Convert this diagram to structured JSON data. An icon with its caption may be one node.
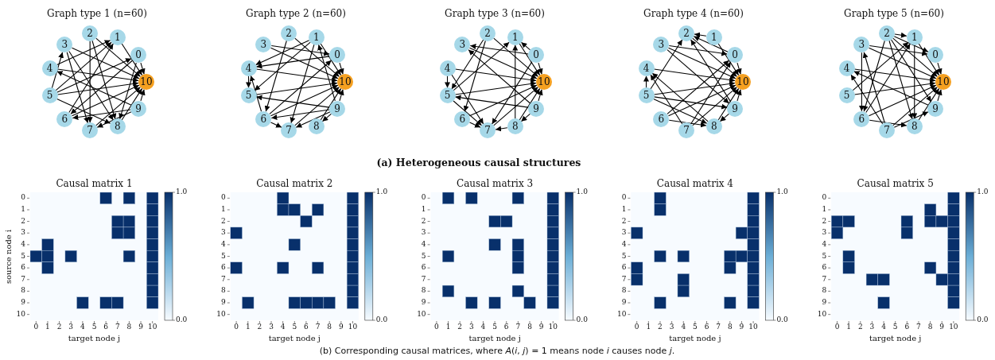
{
  "diagram": {
    "nodes": [
      {
        "text": [
          "0"
        ]
      },
      {
        "text": [
          "1"
        ]
      },
      {
        "text": [
          "2"
        ]
      },
      {
        "text": [
          "3"
        ]
      },
      {
        "text": [
          "4"
        ]
      },
      {
        "text": [
          "5"
        ]
      },
      {
        "text": [
          "6"
        ]
      },
      {
        "text": [
          "7"
        ]
      },
      {
        "text": [
          "8"
        ]
      },
      {
        "text": [
          "9"
        ]
      },
      {
        "text": [
          "10"
        ]
      },
      {
        "text": [
          "0"
        ]
      },
      {
        "text": [
          "1"
        ]
      },
      {
        "text": [
          "2"
        ]
      },
      {
        "text": [
          "3"
        ]
      },
      {
        "text": [
          "4"
        ]
      },
      {
        "text": [
          "5"
        ]
      },
      {
        "text": [
          "6"
        ]
      },
      {
        "text": [
          "7"
        ]
      },
      {
        "text": [
          "8"
        ]
      },
      {
        "text": [
          "9"
        ]
      },
      {
        "text": [
          "10"
        ]
      },
      {
        "text": [
          "0"
        ]
      },
      {
        "text": [
          "1"
        ]
      },
      {
        "text": [
          "2"
        ]
      },
      {
        "text": [
          "3"
        ]
      },
      {
        "text": [
          "4"
        ]
      },
      {
        "text": [
          "5"
        ]
      },
      {
        "text": [
          "6"
        ]
      },
      {
        "text": [
          "7"
        ]
      },
      {
        "text": [
          "8"
        ]
      },
      {
        "text": [
          "9"
        ]
      },
      {
        "text": [
          "10"
        ]
      },
      {
        "text": [
          "0"
        ]
      },
      {
        "text": [
          "1"
        ]
      },
      {
        "text": [
          "2"
        ]
      },
      {
        "text": [
          "3"
        ]
      },
      {
        "text": [
          "4"
        ]
      },
      {
        "text": [
          "5"
        ]
      },
      {
        "text": [
          "6"
        ]
      },
      {
        "text": [
          "7"
        ]
      },
      {
        "text": [
          "8"
        ]
      },
      {
        "text": [
          "9"
        ]
      },
      {
        "text": [
          "10"
        ]
      },
      {
        "text": [
          "0"
        ]
      },
      {
        "text": [
          "1"
        ]
      },
      {
        "text": [
          "2"
        ]
      },
      {
        "text": [
          "3"
        ]
      },
      {
        "text": [
          "4"
        ]
      },
      {
        "text": [
          "5"
        ]
      },
      {
        "text": [
          "6"
        ]
      },
      {
        "text": [
          "7"
        ]
      },
      {
        "text": [
          "8"
        ]
      },
      {
        "text": [
          "9"
        ]
      },
      {
        "text": [
          "10"
        ]
      }
    ],
    "edges": [
      {
        "from": 0,
        "to": 6,
        "arrow": "to"
      },
      {
        "from": 0,
        "to": 8,
        "arrow": "to"
      },
      {
        "from": 0,
        "to": 10,
        "arrow": "to"
      },
      {
        "from": 1,
        "to": 10,
        "arrow": "to"
      },
      {
        "from": 2,
        "to": 7,
        "arrow": "to"
      },
      {
        "from": 2,
        "to": 8,
        "arrow": "to"
      },
      {
        "from": 2,
        "to": 10,
        "arrow": "to"
      },
      {
        "from": 3,
        "to": 7,
        "arrow": "to"
      },
      {
        "from": 3,
        "to": 8,
        "arrow": "to"
      },
      {
        "from": 3,
        "to": 10,
        "arrow": "to"
      },
      {
        "from": 4,
        "to": 1,
        "arrow": "to"
      },
      {
        "from": 4,
        "to": 10,
        "arrow": "to"
      },
      {
        "from": 5,
        "to": 0,
        "arrow": "to"
      },
      {
        "from": 5,
        "to": 1,
        "arrow": "to"
      },
      {
        "from": 5,
        "to": 3,
        "arrow": "to"
      },
      {
        "from": 5,
        "to": 8,
        "arrow": "to"
      },
      {
        "from": 5,
        "to": 10,
        "arrow": "to"
      },
      {
        "from": 6,
        "to": 1,
        "arrow": "to"
      },
      {
        "from": 6,
        "to": 10,
        "arrow": "to"
      },
      {
        "from": 7,
        "to": 10,
        "arrow": "to"
      },
      {
        "from": 8,
        "to": 10,
        "arrow": "to"
      },
      {
        "from": 9,
        "to": 4,
        "arrow": "to"
      },
      {
        "from": 9,
        "to": 6,
        "arrow": "to"
      },
      {
        "from": 9,
        "to": 7,
        "arrow": "to"
      },
      {
        "from": 9,
        "to": 10,
        "arrow": "to"
      },
      {
        "from": 11,
        "to": 15,
        "arrow": "to"
      },
      {
        "from": 11,
        "to": 21,
        "arrow": "to"
      },
      {
        "from": 12,
        "to": 15,
        "arrow": "to"
      },
      {
        "from": 12,
        "to": 16,
        "arrow": "to"
      },
      {
        "from": 12,
        "to": 18,
        "arrow": "to"
      },
      {
        "from": 12,
        "to": 21,
        "arrow": "to"
      },
      {
        "from": 13,
        "to": 17,
        "arrow": "to"
      },
      {
        "from": 13,
        "to": 21,
        "arrow": "to"
      },
      {
        "from": 14,
        "to": 11,
        "arrow": "to"
      },
      {
        "from": 14,
        "to": 21,
        "arrow": "to"
      },
      {
        "from": 15,
        "to": 16,
        "arrow": "to"
      },
      {
        "from": 15,
        "to": 21,
        "arrow": "to"
      },
      {
        "from": 16,
        "to": 21,
        "arrow": "to"
      },
      {
        "from": 17,
        "to": 11,
        "arrow": "to"
      },
      {
        "from": 17,
        "to": 15,
        "arrow": "to"
      },
      {
        "from": 17,
        "to": 18,
        "arrow": "to"
      },
      {
        "from": 17,
        "to": 21,
        "arrow": "to"
      },
      {
        "from": 18,
        "to": 21,
        "arrow": "to"
      },
      {
        "from": 19,
        "to": 21,
        "arrow": "to"
      },
      {
        "from": 20,
        "to": 12,
        "arrow": "to"
      },
      {
        "from": 20,
        "to": 16,
        "arrow": "to"
      },
      {
        "from": 20,
        "to": 17,
        "arrow": "to"
      },
      {
        "from": 20,
        "to": 18,
        "arrow": "to"
      },
      {
        "from": 20,
        "to": 19,
        "arrow": "to"
      },
      {
        "from": 20,
        "to": 21,
        "arrow": "to"
      },
      {
        "from": 22,
        "to": 23,
        "arrow": "to"
      },
      {
        "from": 22,
        "to": 25,
        "arrow": "to"
      },
      {
        "from": 22,
        "to": 29,
        "arrow": "to"
      },
      {
        "from": 22,
        "to": 32,
        "arrow": "to"
      },
      {
        "from": 23,
        "to": 32,
        "arrow": "to"
      },
      {
        "from": 24,
        "to": 27,
        "arrow": "to"
      },
      {
        "from": 24,
        "to": 28,
        "arrow": "to"
      },
      {
        "from": 24,
        "to": 32,
        "arrow": "to"
      },
      {
        "from": 25,
        "to": 32,
        "arrow": "to"
      },
      {
        "from": 26,
        "to": 27,
        "arrow": "to"
      },
      {
        "from": 26,
        "to": 29,
        "arrow": "to"
      },
      {
        "from": 26,
        "to": 32,
        "arrow": "to"
      },
      {
        "from": 27,
        "to": 23,
        "arrow": "to"
      },
      {
        "from": 27,
        "to": 29,
        "arrow": "to"
      },
      {
        "from": 27,
        "to": 32,
        "arrow": "to"
      },
      {
        "from": 28,
        "to": 29,
        "arrow": "to"
      },
      {
        "from": 28,
        "to": 32,
        "arrow": "to"
      },
      {
        "from": 29,
        "to": 32,
        "arrow": "to"
      },
      {
        "from": 30,
        "to": 23,
        "arrow": "to"
      },
      {
        "from": 30,
        "to": 29,
        "arrow": "to"
      },
      {
        "from": 30,
        "to": 32,
        "arrow": "to"
      },
      {
        "from": 31,
        "to": 25,
        "arrow": "to"
      },
      {
        "from": 31,
        "to": 27,
        "arrow": "to"
      },
      {
        "from": 31,
        "to": 30,
        "arrow": "to"
      },
      {
        "from": 31,
        "to": 32,
        "arrow": "to"
      },
      {
        "from": 33,
        "to": 35,
        "arrow": "to"
      },
      {
        "from": 33,
        "to": 43,
        "arrow": "to"
      },
      {
        "from": 34,
        "to": 35,
        "arrow": "to"
      },
      {
        "from": 34,
        "to": 43,
        "arrow": "to"
      },
      {
        "from": 35,
        "to": 43,
        "arrow": "to"
      },
      {
        "from": 36,
        "to": 33,
        "arrow": "to"
      },
      {
        "from": 36,
        "to": 42,
        "arrow": "to"
      },
      {
        "from": 36,
        "to": 43,
        "arrow": "to"
      },
      {
        "from": 37,
        "to": 43,
        "arrow": "to"
      },
      {
        "from": 38,
        "to": 35,
        "arrow": "to"
      },
      {
        "from": 38,
        "to": 37,
        "arrow": "to"
      },
      {
        "from": 38,
        "to": 41,
        "arrow": "to"
      },
      {
        "from": 38,
        "to": 42,
        "arrow": "to"
      },
      {
        "from": 38,
        "to": 43,
        "arrow": "to"
      },
      {
        "from": 39,
        "to": 33,
        "arrow": "to"
      },
      {
        "from": 39,
        "to": 41,
        "arrow": "to"
      },
      {
        "from": 39,
        "to": 43,
        "arrow": "to"
      },
      {
        "from": 40,
        "to": 33,
        "arrow": "to"
      },
      {
        "from": 40,
        "to": 37,
        "arrow": "to"
      },
      {
        "from": 40,
        "to": 43,
        "arrow": "to"
      },
      {
        "from": 41,
        "to": 37,
        "arrow": "to"
      },
      {
        "from": 41,
        "to": 43,
        "arrow": "to"
      },
      {
        "from": 42,
        "to": 35,
        "arrow": "to"
      },
      {
        "from": 42,
        "to": 41,
        "arrow": "to"
      },
      {
        "from": 42,
        "to": 43,
        "arrow": "to"
      },
      {
        "from": 44,
        "to": 54,
        "arrow": "to"
      },
      {
        "from": 45,
        "to": 52,
        "arrow": "to"
      },
      {
        "from": 45,
        "to": 54,
        "arrow": "to"
      },
      {
        "from": 46,
        "to": 44,
        "arrow": "to"
      },
      {
        "from": 46,
        "to": 45,
        "arrow": "to"
      },
      {
        "from": 46,
        "to": 50,
        "arrow": "to"
      },
      {
        "from": 46,
        "to": 52,
        "arrow": "to"
      },
      {
        "from": 46,
        "to": 53,
        "arrow": "to"
      },
      {
        "from": 46,
        "to": 54,
        "arrow": "to"
      },
      {
        "from": 47,
        "to": 44,
        "arrow": "to"
      },
      {
        "from": 47,
        "to": 50,
        "arrow": "to"
      },
      {
        "from": 47,
        "to": 54,
        "arrow": "to"
      },
      {
        "from": 48,
        "to": 54,
        "arrow": "to"
      },
      {
        "from": 49,
        "to": 45,
        "arrow": "to"
      },
      {
        "from": 49,
        "to": 54,
        "arrow": "to"
      },
      {
        "from": 50,
        "to": 45,
        "arrow": "to"
      },
      {
        "from": 50,
        "to": 52,
        "arrow": "to"
      },
      {
        "from": 50,
        "to": 54,
        "arrow": "to"
      },
      {
        "from": 51,
        "to": 47,
        "arrow": "to"
      },
      {
        "from": 51,
        "to": 48,
        "arrow": "to"
      },
      {
        "from": 51,
        "to": 53,
        "arrow": "to"
      },
      {
        "from": 51,
        "to": 54,
        "arrow": "to"
      },
      {
        "from": 52,
        "to": 54,
        "arrow": "to"
      },
      {
        "from": 53,
        "to": 48,
        "arrow": "to"
      },
      {
        "from": 53,
        "to": 54,
        "arrow": "to"
      }
    ],
    "labels": [
      "Graph type 1 (n=60)",
      "Graph type 2 (n=60)",
      "Graph type 3 (n=60)",
      "Graph type 4 (n=60)",
      "Graph type 5 (n=60)",
      "(a) Heterogeneous causal structures",
      "Causal matrix 1",
      "source node i",
      "0",
      "1",
      "2",
      "3",
      "4",
      "5",
      "6",
      "7",
      "8",
      "9",
      "10",
      "0",
      "1",
      "2",
      "3",
      "4",
      "5",
      "6",
      "7",
      "8",
      "9",
      "10",
      "target node j",
      "1.0",
      "0.0",
      "Causal matrix 2",
      "0",
      "1",
      "2",
      "3",
      "4",
      "5",
      "6",
      "7",
      "8",
      "9",
      "10",
      "0",
      "1",
      "2",
      "3",
      "4",
      "5",
      "6",
      "7",
      "8",
      "9",
      "10",
      "target node j",
      "1.0",
      "0.0",
      "Causal matrix 3",
      "0",
      "1",
      "2",
      "3",
      "4",
      "5",
      "6",
      "7",
      "8",
      "9",
      "10",
      "0",
      "1",
      "2",
      "3",
      "4",
      "5",
      "6",
      "7",
      "8",
      "9",
      "10",
      "target node j",
      "1.0",
      "0.0",
      "Causal matrix 4",
      "0",
      "1",
      "2",
      "3",
      "4",
      "5",
      "6",
      "7",
      "8",
      "9",
      "10",
      "0",
      "1",
      "2",
      "3",
      "4",
      "5",
      "6",
      "7",
      "8",
      "9",
      "10",
      "target node j",
      "1.0",
      "0.0",
      "Causal matrix 5",
      "0",
      "1",
      "2",
      "3",
      "4",
      "5",
      "6",
      "7",
      "8",
      "9",
      "10",
      "0",
      "1",
      "2",
      "3",
      "4",
      "5",
      "6",
      "7",
      "8",
      "9",
      "10",
      "target node j",
      "1.0",
      "0.0",
      "(b) Corresponding causal matrices, where *A*(*i*, *j*) = 1 means node *i* causes node *j*."
    ]
  }
}
